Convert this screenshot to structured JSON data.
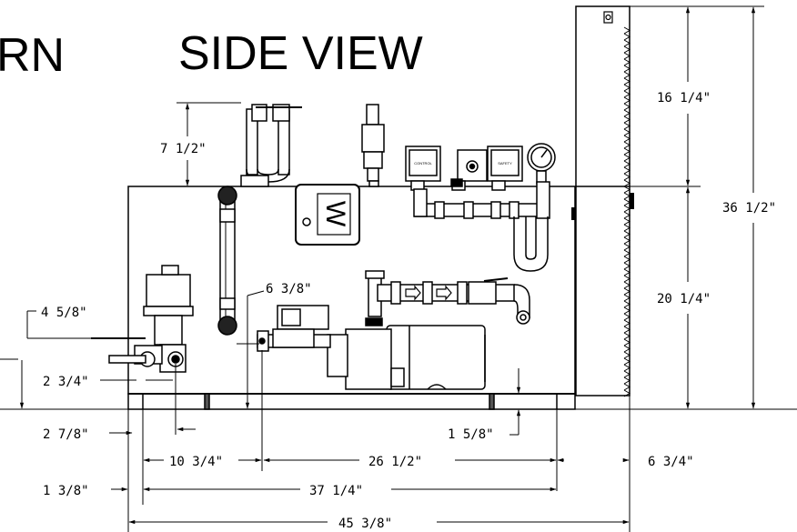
{
  "titles": {
    "left_fragment": "RN",
    "main": "SIDE VIEW"
  },
  "badge": {
    "letter": "W"
  },
  "valve_labels": {
    "control": "CONTROL",
    "safety": "SAFETY"
  },
  "dimensions": {
    "top_pipe_height": "7 1/2\"",
    "cabinet_upper_height": "16 1/4\"",
    "overall_height": "36 1/2\"",
    "cabinet_lower_height": "20 1/4\"",
    "gauge_glass_offset": "6 3/8\"",
    "left_pipe_height": "4 5/8\"",
    "left_valve_height": "2 3/4\"",
    "left_valve_offset": "2 7/8\"",
    "base_height": "1 5/8\"",
    "left_span": "10 3/4\"",
    "middle_span": "26 1/2\"",
    "cabinet_depth": "6 3/4\"",
    "left_margin": "1 3/8\"",
    "base_length": "37 1/4\"",
    "overall_length": "45 3/8\""
  }
}
